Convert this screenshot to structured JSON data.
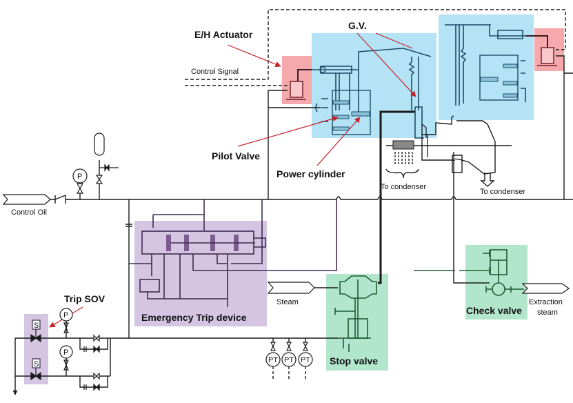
{
  "title": "Turbine control oil / trip system schematic",
  "colors": {
    "gv_region": "#b3e3f5",
    "actuator_region": "#f5a9ad",
    "trip_region": "#d5c5e3",
    "valve_region": "#b2e6cc",
    "annotation_arrow": "#c8202a"
  },
  "labels": {
    "eh_actuator": "E/H Actuator",
    "gv": "G.V.",
    "control_signal": "Control Signal",
    "pilot_valve": "Pilot Valve",
    "power_cylinder": "Power cylinder",
    "to_condenser_1": "To condenser",
    "to_condenser_2": "To condenser",
    "control_oil": "Control Oil",
    "emergency_trip": "Emergency Trip device",
    "steam": "Steam",
    "trip_sov": "Trip SOV",
    "stop_valve": "Stop valve",
    "check_valve": "Check valve",
    "extraction_steam_1": "Extraction",
    "extraction_steam_2": "steam"
  },
  "symbols": {
    "pressure_gauge": "P",
    "pressure_transmitter": "PT",
    "solenoid": "S"
  }
}
